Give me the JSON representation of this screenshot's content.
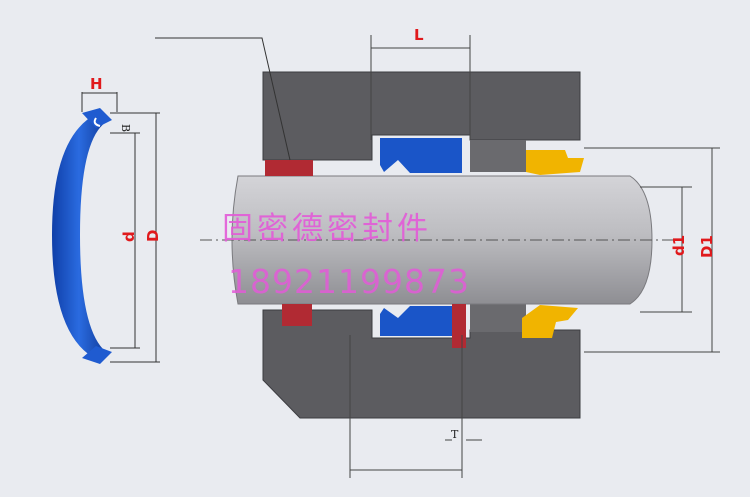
{
  "labels": {
    "H": "H",
    "B": "B",
    "d": "d",
    "D": "D",
    "L": "L",
    "d1": "d1",
    "D1": "D1",
    "T": "T"
  },
  "watermark": {
    "company": "固密德密封件",
    "phone": "18921199873"
  },
  "colors": {
    "seal_blue": "#1a55c8",
    "housing_gray": "#5c5c60",
    "rod_gray": "#b9b9bd",
    "wiper_red": "#b12a33",
    "guide_yellow": "#f1b400",
    "dimension_red": "#e0191c",
    "watermark_pink": "#e35bd8"
  }
}
